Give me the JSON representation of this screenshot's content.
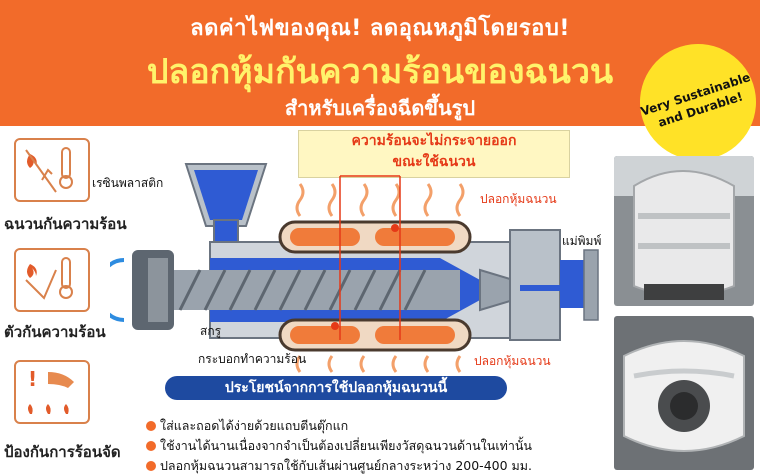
{
  "header": {
    "tagline": "ลดค่าไฟของคุณ! ลดอุณหภูมิโดยรอบ!",
    "title": "ปลอกหุ้มกันความร้อนของฉนวน",
    "subtitle": "สำหรับเครื่องฉีดขึ้นรูป"
  },
  "badge": {
    "line1": "Very Sustainable",
    "line2": "and Durable!"
  },
  "icons": [
    {
      "label": "ฉนวนกันความร้อน",
      "icon": "heat-insulation-icon"
    },
    {
      "label": "ตัวกันความร้อน",
      "icon": "heat-barrier-icon"
    },
    {
      "label": "ป้องกันการร้อนจัด",
      "icon": "overheat-protection-icon"
    }
  ],
  "diagram": {
    "callout_line1": "ความร้อนจะไม่กระจายออก",
    "callout_line2": "ขณะใช้ฉนวน",
    "resin_label": "เรซินพลาสติก",
    "jacket_label_top": "ปลอกหุ้มฉนวน",
    "jacket_label_bottom": "ปลอกหุ้มฉนวน",
    "mold_label": "แม่พิมพ์",
    "screw_label": "สกรู",
    "barrel_label": "กระบอกทำความร้อน"
  },
  "benefits": {
    "heading": "ประโยชน์จากการใช้ปลอกหุ้มฉนวนนี้",
    "items": [
      "ใส่และถอดได้ง่ายด้วยแถบตีนตุ๊กแก",
      "ใช้งานได้นานเนื่องจากจำเป็นต้องเปลี่ยนเพียงวัสดุฉนวนด้านในเท่านั้น",
      "ปลอกหุ้มฉนวนสามารถใช้กับเส้นผ่านศูนย์กลางระหว่าง 200-400 มม."
    ]
  },
  "colors": {
    "header": "#f26b2a",
    "title": "#fff36b",
    "accent_blue": "#1e4aa0",
    "warning_red": "#e53917",
    "badge": "#ffe227"
  }
}
